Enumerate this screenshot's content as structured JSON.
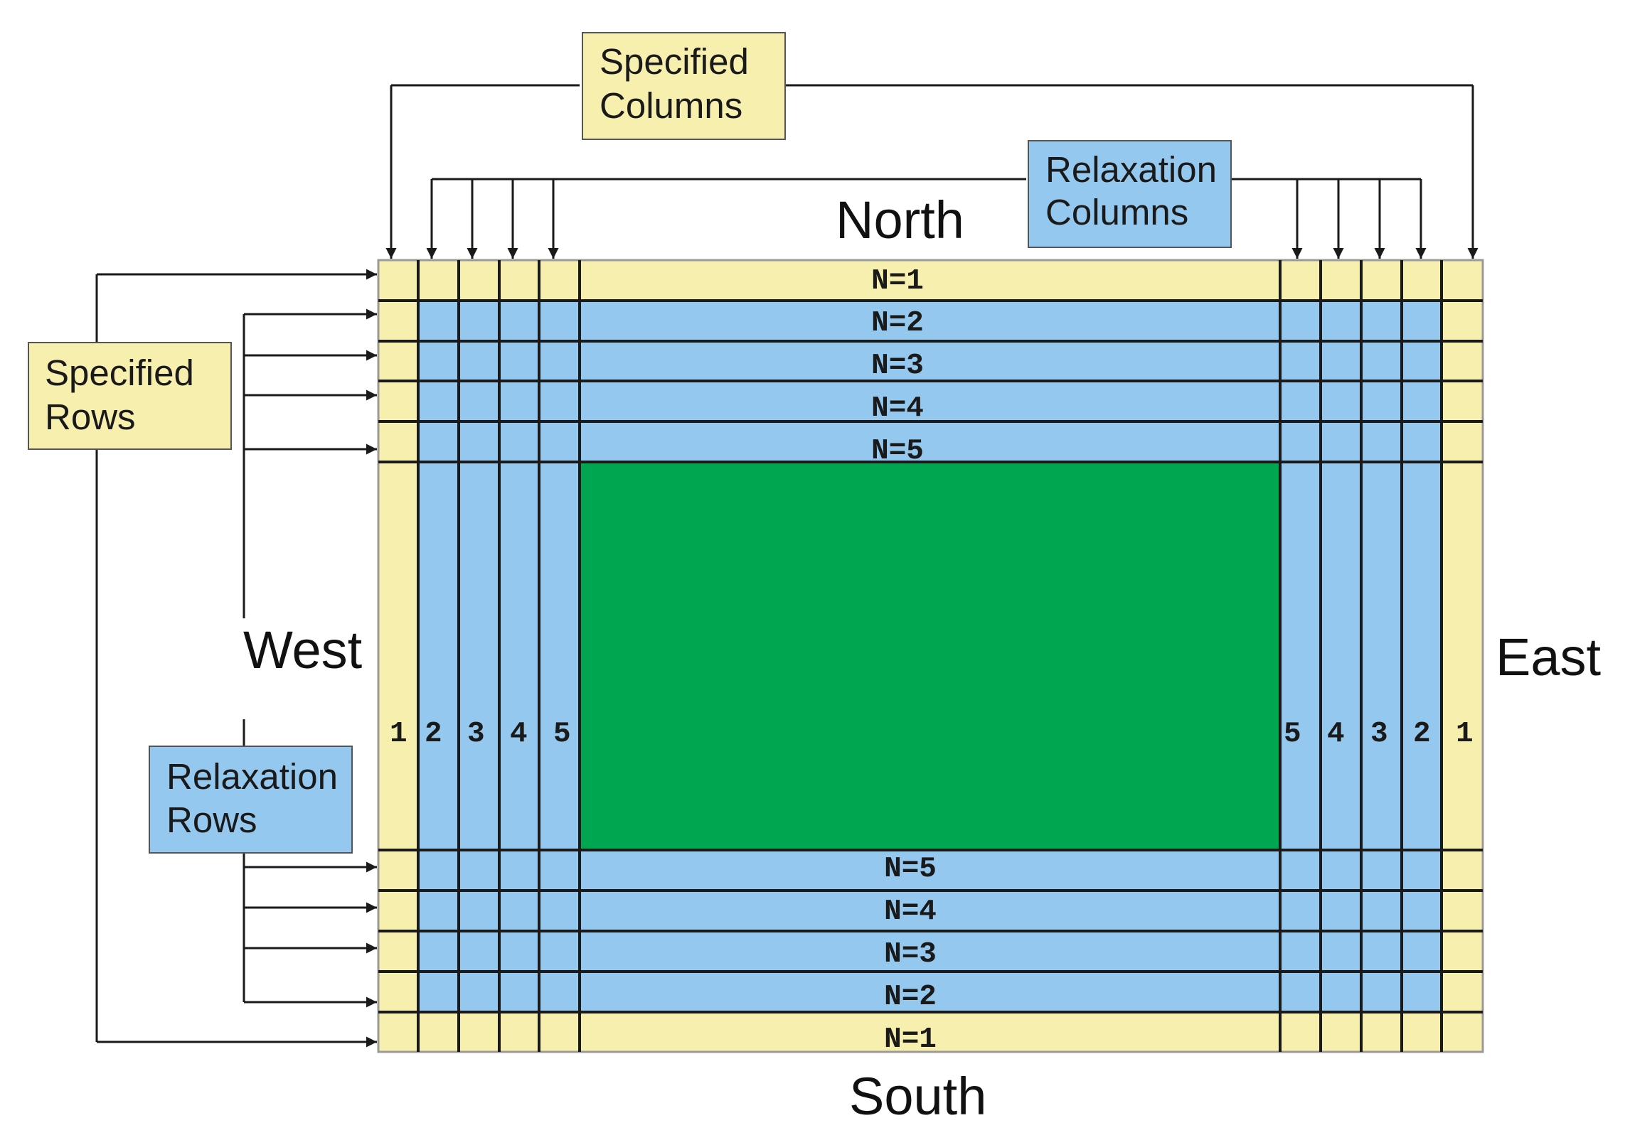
{
  "callouts": {
    "specified_columns": [
      "Specified",
      "Columns"
    ],
    "relaxation_columns": [
      "Relaxation",
      "Columns"
    ],
    "specified_rows": [
      "Specified",
      "Rows"
    ],
    "relaxation_rows": [
      "Relaxation",
      "Rows"
    ]
  },
  "directions": {
    "north": "North",
    "south": "South",
    "west": "West",
    "east": "East"
  },
  "row_labels": {
    "top": [
      "N=1",
      "N=2",
      "N=3",
      "N=4",
      "N=5"
    ],
    "bottom": [
      "N=5",
      "N=4",
      "N=3",
      "N=2",
      "N=1"
    ]
  },
  "column_labels": {
    "left": [
      "1",
      "2",
      "3",
      "4",
      "5"
    ],
    "right": [
      "5",
      "4",
      "3",
      "2",
      "1"
    ]
  },
  "colors": {
    "specified": "#f7efae",
    "relaxation": "#95c8ee",
    "interior": "#00a650",
    "line": "#1a1a1a"
  }
}
